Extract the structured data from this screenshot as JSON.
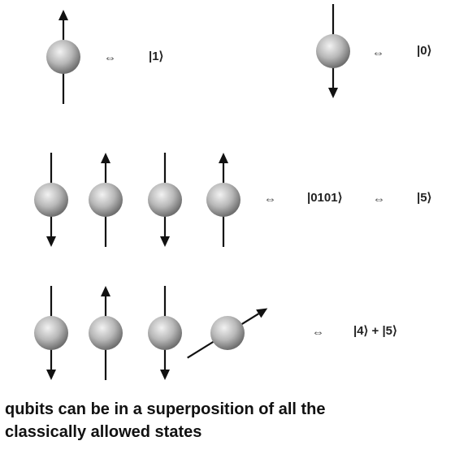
{
  "rows": [
    {
      "groups": [
        {
          "spins": [
            "up"
          ],
          "states": [
            "|1⟩"
          ]
        },
        {
          "spins": [
            "down"
          ],
          "states": [
            "|0⟩"
          ]
        }
      ]
    },
    {
      "groups": [
        {
          "spins": [
            "down",
            "up",
            "down",
            "up"
          ],
          "states": [
            "|0101⟩",
            "|5⟩"
          ]
        }
      ]
    },
    {
      "groups": [
        {
          "spins": [
            "down",
            "up",
            "down",
            "tilted"
          ],
          "states": [
            "|4⟩ + |5⟩"
          ]
        }
      ]
    }
  ],
  "equivalence_symbol": "⇔",
  "caption": {
    "line1": "qubits can be in a superposition of all the",
    "line2": "classically allowed states"
  },
  "colors": {
    "ball_highlight": "#f2f2f2",
    "ball_mid": "#b8b8b8",
    "ball_shadow": "#6e6e6e",
    "arrow": "#111111",
    "text": "#111111"
  }
}
